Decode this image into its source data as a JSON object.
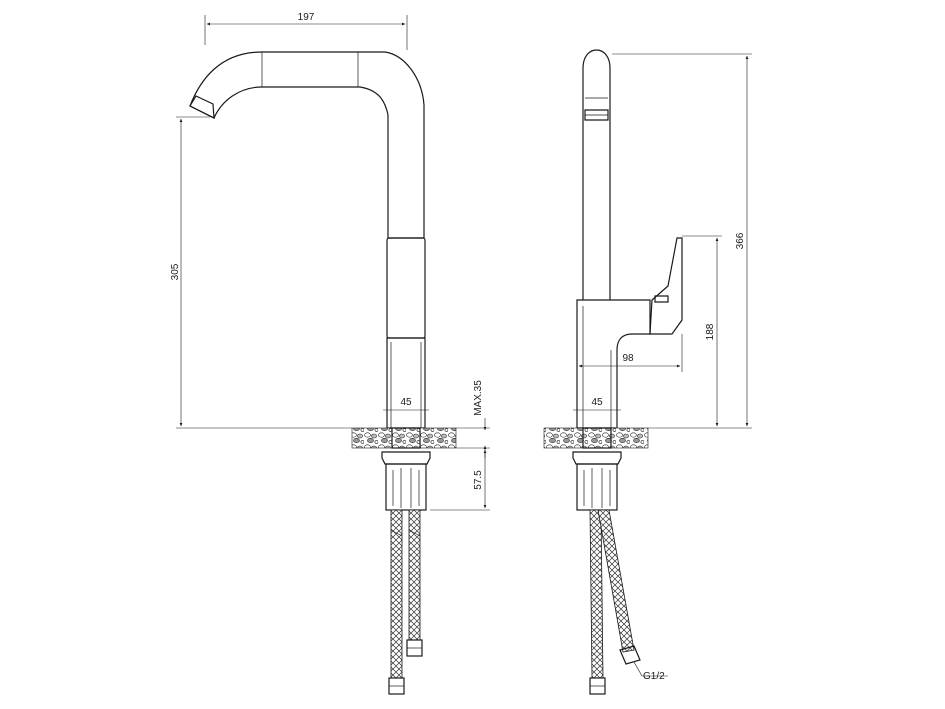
{
  "front_view": {
    "dim_width": "197",
    "dim_height": "305",
    "dim_body": "45",
    "dim_max_thickness": "MAX.35",
    "dim_shank": "57.5"
  },
  "side_view": {
    "dim_total_height": "366",
    "dim_handle_height": "188",
    "dim_handle_reach": "98",
    "dim_body": "45",
    "label_thread": "G1/2"
  }
}
